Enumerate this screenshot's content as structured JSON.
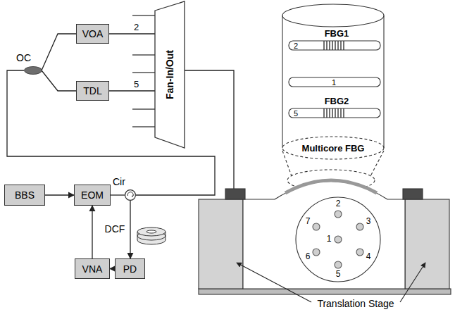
{
  "diagram": {
    "nodes": [
      {
        "text": [
          "VOA"
        ]
      },
      {
        "text": [
          "TDL"
        ]
      },
      {
        "text": [
          "Fan-In/Out"
        ]
      },
      {
        "text": [
          "OC"
        ]
      },
      {
        "text": [
          "BBS"
        ]
      },
      {
        "text": [
          "EOM"
        ]
      },
      {
        "text": [
          "Cir"
        ]
      },
      {
        "text": [
          "VNA"
        ]
      },
      {
        "text": [
          "PD"
        ]
      }
    ],
    "edges": [
      {
        "from": 4,
        "to": 5,
        "arrow": "to"
      },
      {
        "from": 7,
        "to": 5,
        "arrow": "to"
      },
      {
        "from": 5,
        "to": 6,
        "arrow": "none"
      },
      {
        "from": 6,
        "to": 8,
        "arrow": "to"
      },
      {
        "from": 8,
        "to": 7,
        "arrow": "to"
      },
      {
        "from": 6,
        "to": 3,
        "arrow": "none"
      },
      {
        "from": 3,
        "to": 0,
        "arrow": "none"
      },
      {
        "from": 3,
        "to": 1,
        "arrow": "none"
      },
      {
        "from": 0,
        "to": 2,
        "label": "2",
        "arrow": "none"
      },
      {
        "from": 1,
        "to": 2,
        "label": "5",
        "arrow": "none"
      }
    ],
    "labels": [
      "DCF",
      "FBG1",
      "2",
      "FBG2",
      "1",
      "5",
      "Multicore FBG",
      "1",
      "2",
      "3",
      "4",
      "5",
      "6",
      "7",
      "Translation Stage"
    ]
  }
}
